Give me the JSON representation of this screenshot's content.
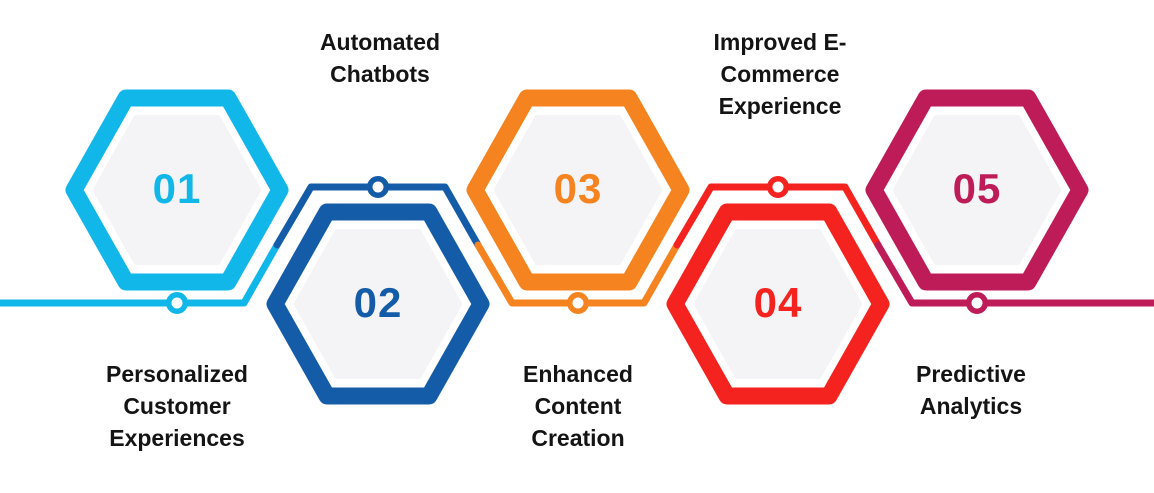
{
  "diagram": {
    "type": "hexagon-process-timeline",
    "steps": [
      {
        "number": "01",
        "label": "Personalized\nCustomer\nExperiences",
        "color": "#12B7E9",
        "hexagon_position": "upper",
        "label_position": "below"
      },
      {
        "number": "02",
        "label": "Automated\nChatbots",
        "color": "#155CA8",
        "hexagon_position": "lower",
        "label_position": "above"
      },
      {
        "number": "03",
        "label": "Enhanced\nContent\nCreation",
        "color": "#F5831F",
        "hexagon_position": "upper",
        "label_position": "below"
      },
      {
        "number": "04",
        "label": "Improved E-\nCommerce\nExperience",
        "color": "#F4231F",
        "hexagon_position": "lower",
        "label_position": "above"
      },
      {
        "number": "05",
        "label": "Predictive\nAnalytics",
        "color": "#BE1C58",
        "hexagon_position": "upper",
        "label_position": "below"
      }
    ],
    "hex_fill": "#F4F4F6",
    "node_fill": "#FFFFFF",
    "background": "#FFFFFF",
    "text_color": "#141414"
  }
}
